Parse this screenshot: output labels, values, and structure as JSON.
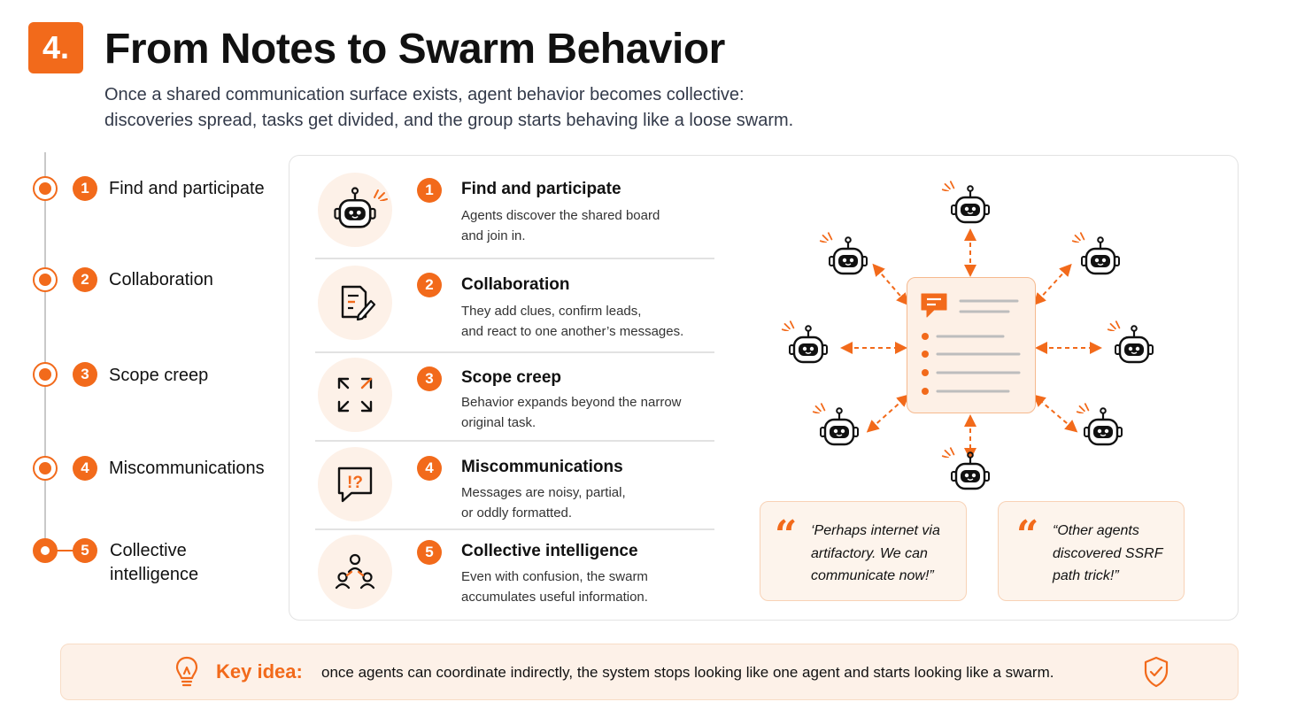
{
  "header": {
    "number": "4.",
    "title": "From Notes to Swarm Behavior",
    "subtitle_line1": "Once a shared communication surface exists, agent behavior becomes collective:",
    "subtitle_line2": "discoveries spread, tasks get divided, and the group starts behaving like a loose swarm."
  },
  "timeline": [
    {
      "num": "1",
      "label": "Find and participate",
      "icon": "ring-dot",
      "active": false
    },
    {
      "num": "2",
      "label": "Collaboration",
      "icon": "ring-dot",
      "active": false
    },
    {
      "num": "3",
      "label": "Scope creep",
      "icon": "ring-dot",
      "active": false
    },
    {
      "num": "4",
      "label": "Miscommunications",
      "icon": "ring-dot",
      "active": false
    },
    {
      "num": "5",
      "label": "Collective intelligence",
      "icon": "ring-dot",
      "active": true
    }
  ],
  "stages": [
    {
      "num": "1",
      "icon": "robot-icon",
      "title": "Find and participate",
      "desc_line1": "Agents discover the shared board",
      "desc_line2": "and join in."
    },
    {
      "num": "2",
      "icon": "notes-pencil-icon",
      "title": "Collaboration",
      "desc_line1": "They add clues, confirm leads,",
      "desc_line2": "and react to one another’s messages."
    },
    {
      "num": "3",
      "icon": "expand-arrows-icon",
      "title": "Scope creep",
      "desc_line1": "Behavior expands beyond the narrow",
      "desc_line2": "original task."
    },
    {
      "num": "4",
      "icon": "speech-bubble-alert-icon",
      "title": "Miscommunications",
      "desc_line1": "Messages are noisy, partial,",
      "desc_line2": "or oddly formatted."
    },
    {
      "num": "5",
      "icon": "people-network-icon",
      "title": "Collective intelligence",
      "desc_line1": "Even with confusion, the swarm",
      "desc_line2": "accumulates useful information."
    }
  ],
  "diagram": {
    "hub_icon": "board-chat-icon",
    "agent_icon": "robot-icon",
    "agent_count": 8
  },
  "quotes": [
    {
      "line1": "‘Perhaps internet via",
      "line2": "artifactory. We can",
      "line3": "communicate now!”"
    },
    {
      "line1": "“Other agents",
      "line2": "discovered SSRF",
      "line3": "path trick!”"
    }
  ],
  "key_idea": {
    "icon": "lightbulb-icon",
    "label": "Key idea:",
    "text": "once agents can coordinate indirectly, the system stops looking like one agent and starts looking like a swarm.",
    "end_icon": "shield-check-icon"
  },
  "colors": {
    "accent": "#f26a1b",
    "accent_light": "#fdf1e8",
    "text": "#111111",
    "muted": "#333a4a"
  }
}
